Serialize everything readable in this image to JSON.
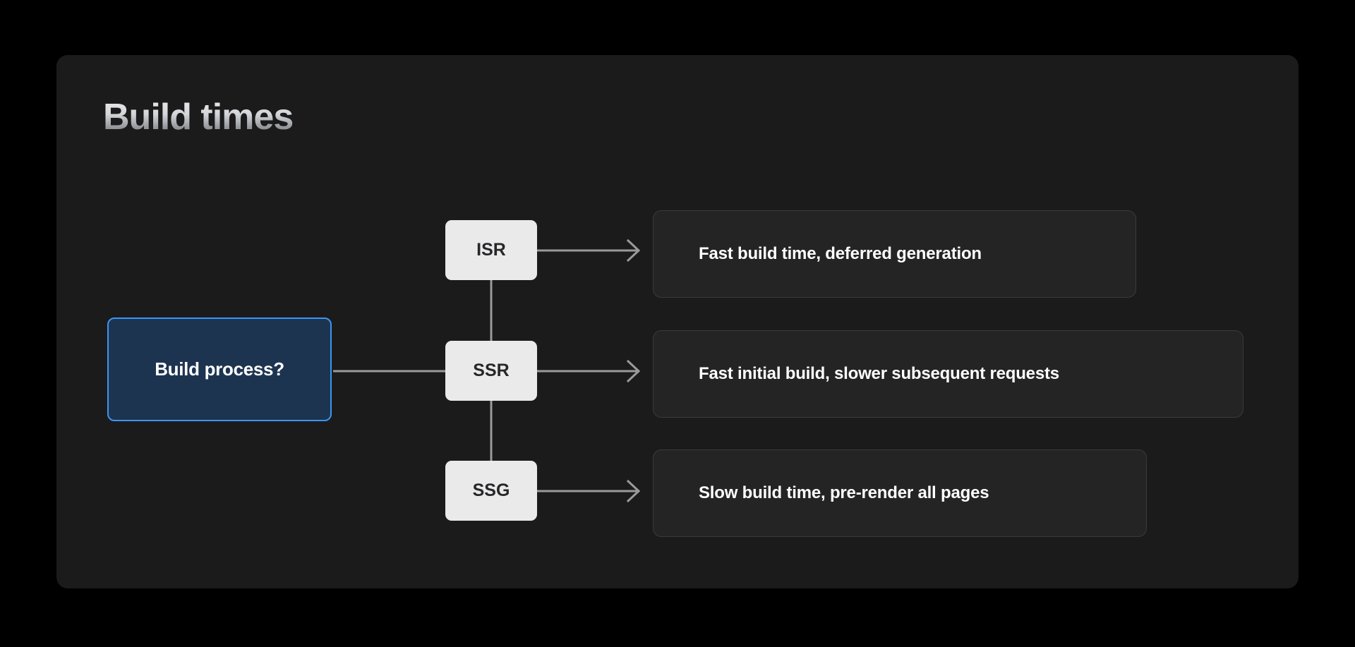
{
  "page": {
    "title": "Build times",
    "background_color": "#000000",
    "card_color": "#1b1b1b"
  },
  "diagram": {
    "type": "decision-tree",
    "accent_color": "#3b95f5",
    "connector_color": "#9a9a9a",
    "root": {
      "label": "Build process?",
      "fill_color": "#1d3450",
      "border_color": "#3b95f5",
      "text_color": "#ffffff"
    },
    "branches": [
      {
        "node_label": "ISR",
        "outcome_label": "Fast build time, deferred generation",
        "node_fill": "#eaeaea",
        "node_text_color": "#27272a"
      },
      {
        "node_label": "SSR",
        "outcome_label": "Fast initial build, slower subsequent requests",
        "node_fill": "#eaeaea",
        "node_text_color": "#27272a"
      },
      {
        "node_label": "SSG",
        "outcome_label": "Slow build time, pre-render all pages",
        "node_fill": "#eaeaea",
        "node_text_color": "#27272a"
      }
    ]
  }
}
